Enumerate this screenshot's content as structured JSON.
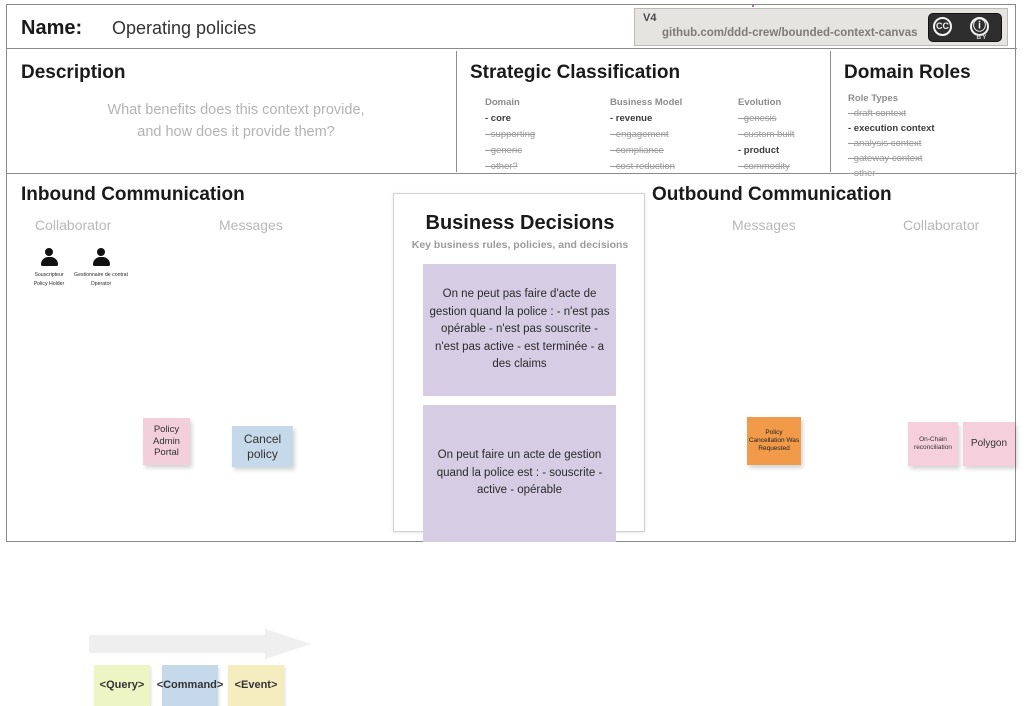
{
  "header": {
    "name_label": "Name:",
    "name_value": "Operating policies",
    "version": "V4",
    "url": "github.com/ddd-crew/bounded-context-canvas",
    "license_cc": "CC",
    "license_person": "ⓘ",
    "license_by": "BY"
  },
  "description": {
    "title": "Description",
    "placeholder": "What benefits does this context provide,\nand how does it provide them?"
  },
  "strategic_classification": {
    "title": "Strategic Classification",
    "columns": [
      {
        "head": "Domain",
        "options": [
          {
            "label": "- core",
            "selected": true
          },
          {
            "label": "- supporting",
            "selected": false
          },
          {
            "label": "- generic",
            "selected": false
          },
          {
            "label": "- other?",
            "selected": false
          }
        ]
      },
      {
        "head": "Business Model",
        "options": [
          {
            "label": "- revenue",
            "selected": true
          },
          {
            "label": "- engagement",
            "selected": false
          },
          {
            "label": "- compliance",
            "selected": false
          },
          {
            "label": "- cost reduction",
            "selected": false
          }
        ]
      },
      {
        "head": "Evolution",
        "options": [
          {
            "label": "- genesis",
            "selected": false
          },
          {
            "label": "- custom built",
            "selected": false
          },
          {
            "label": "- product",
            "selected": true
          },
          {
            "label": "- commodity",
            "selected": false
          }
        ]
      }
    ]
  },
  "domain_roles": {
    "title": "Domain Roles",
    "head": "Role Types",
    "options": [
      {
        "label": "- draft context",
        "selected": false
      },
      {
        "label": "- execution context",
        "selected": true
      },
      {
        "label": "- analysis context",
        "selected": false
      },
      {
        "label": "- gateway context",
        "selected": false
      },
      {
        "label": "- other",
        "selected": false
      }
    ]
  },
  "inbound": {
    "title": "Inbound Communication",
    "collaborator_head": "Collaborator",
    "messages_head": "Messages",
    "actors": [
      {
        "line1": "Souscripteur",
        "line2": "Policy Holder"
      },
      {
        "line1": "Gestionnaire de contrat",
        "line2": "Operator"
      }
    ],
    "collaborator_note": "Policy Admin Portal",
    "message_note": "Cancel policy"
  },
  "outbound": {
    "title": "Outbound Communication",
    "messages_head": "Messages",
    "collaborator_head": "Collaborator",
    "message_note": "Policy Cancellation Was Requested",
    "collaborator_notes": [
      "On-Chain reconciliation",
      "Polygon"
    ]
  },
  "business_decisions": {
    "title": "Business Decisions",
    "subtitle": "Key business rules, policies, and decisions",
    "notes": [
      "On ne peut pas faire d'acte de gestion quand la police : - n'est pas opérable - n'est pas souscrite - n'est pas active - est terminée - a des claims",
      "On peut faire un acte de gestion quand la police est : - souscrite - active - opérable"
    ]
  },
  "legend": {
    "query": "<Query>",
    "command": "<Command>",
    "event": "<Event>"
  },
  "colors": {
    "sticky_pink": "#f3cedb",
    "sticky_blue": "#c5d9ea",
    "sticky_orange": "#f09a4a",
    "sticky_purple": "#d6cce4",
    "sticky_yellow_green": "#eef5c4",
    "sticky_yellow": "#f5edc0",
    "version_bar": "#e6e4e1"
  }
}
